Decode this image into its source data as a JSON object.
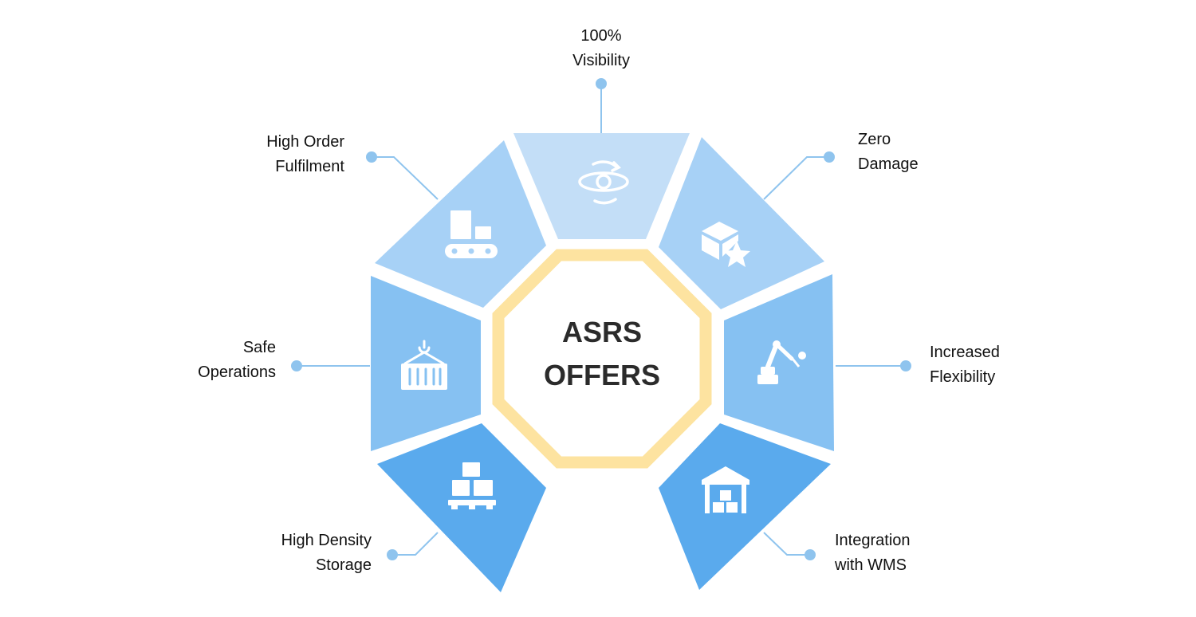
{
  "center": {
    "line1": "ASRS",
    "line2": "OFFERS"
  },
  "segments": [
    {
      "id": "visibility",
      "label": [
        "100%",
        "Visibility"
      ],
      "icon": "orbit-icon",
      "color": "#c3def7"
    },
    {
      "id": "zero-damage",
      "label": [
        "Zero",
        "Damage"
      ],
      "icon": "box-star-icon",
      "color": "#a7d1f6"
    },
    {
      "id": "flexibility",
      "label": [
        "Increased",
        "Flexibility"
      ],
      "icon": "robot-arm-icon",
      "color": "#86c1f2"
    },
    {
      "id": "wms",
      "label": [
        "Integration",
        "with WMS"
      ],
      "icon": "warehouse-icon",
      "color": "#5aaaed"
    },
    {
      "id": "density",
      "label": [
        "High Density",
        "Storage"
      ],
      "icon": "pallet-boxes-icon",
      "color": "#5aaaed"
    },
    {
      "id": "safe",
      "label": [
        "Safe",
        "Operations"
      ],
      "icon": "container-hook-icon",
      "color": "#86c1f2"
    },
    {
      "id": "fulfilment",
      "label": [
        "High Order",
        "Fulfilment"
      ],
      "icon": "conveyor-icon",
      "color": "#a7d1f6"
    }
  ],
  "colors": {
    "connector": "#8fc4ee",
    "inner_ring": "#fde3a0",
    "text": "#111111"
  }
}
